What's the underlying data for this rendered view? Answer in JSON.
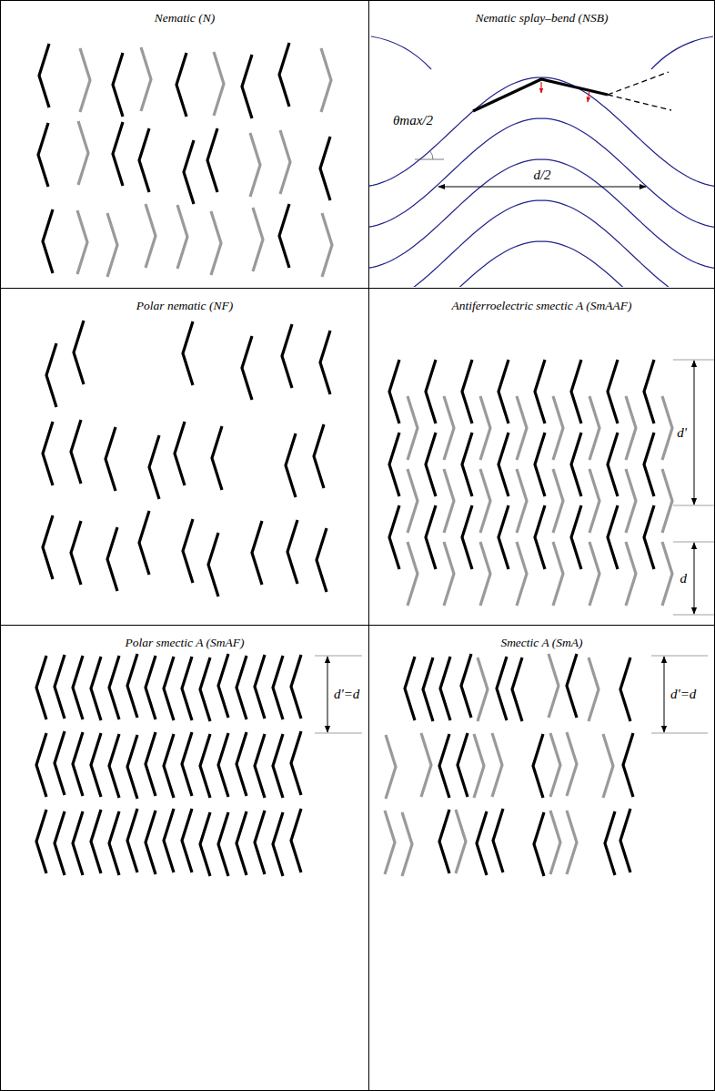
{
  "diagram": {
    "nodes": [
      {
        "text": [
          "Nematic (N)"
        ]
      },
      {
        "text": [
          "Nematic splay–bend (NSB)"
        ]
      },
      {
        "text": [
          "Polar nematic (NF)"
        ]
      },
      {
        "text": [
          "Antiferroelectric smectic A (SmAAF)"
        ]
      },
      {
        "text": [
          "Polar smectic A (SmAF)"
        ]
      },
      {
        "text": [
          "Smectic A (SmA)"
        ]
      }
    ],
    "labels": [
      "θmax/2",
      "d/2",
      "d'",
      "d",
      "d'=d",
      "d'=d"
    ]
  }
}
